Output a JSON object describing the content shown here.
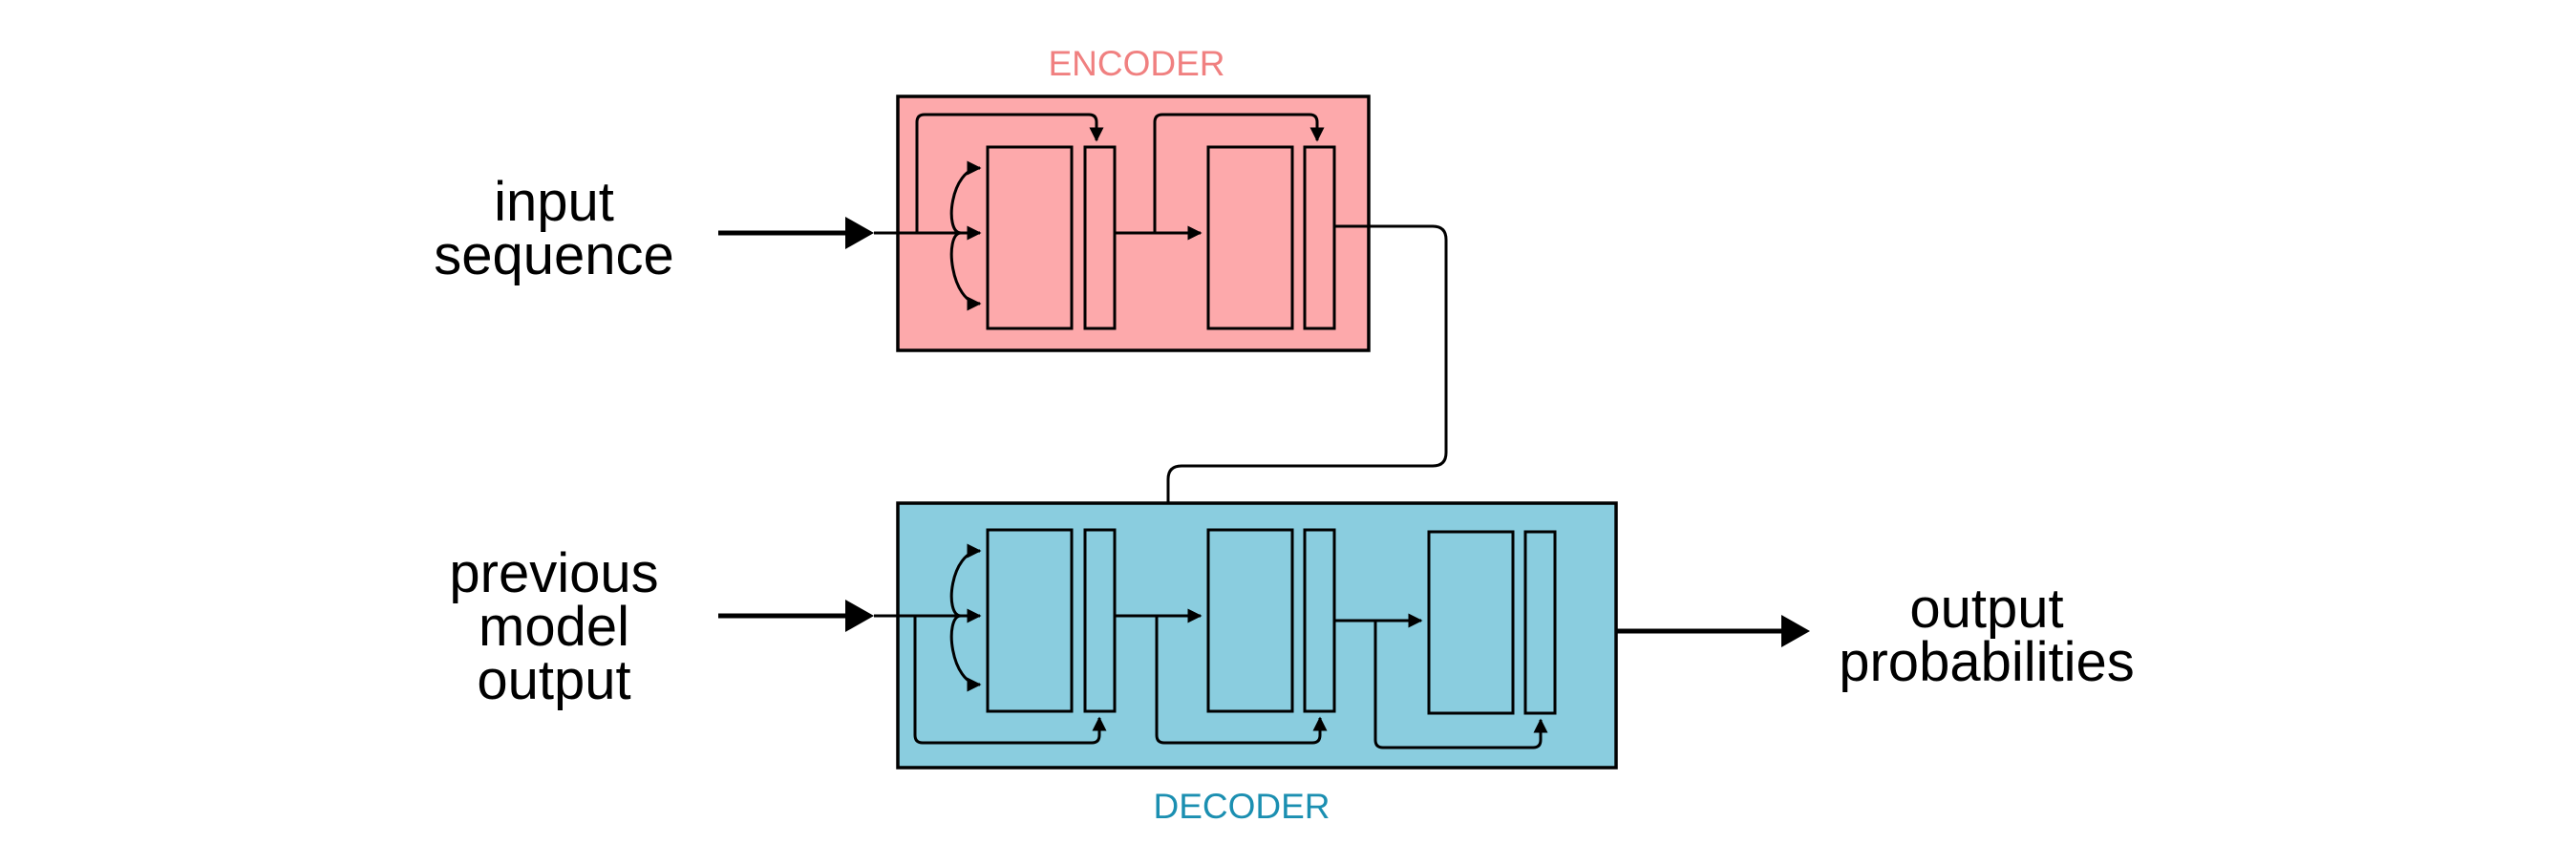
{
  "labels": {
    "input": [
      "input",
      "sequence"
    ],
    "previous": [
      "previous",
      "model",
      "output"
    ],
    "output": [
      "output",
      "probabilities"
    ],
    "encoder": "ENCODER",
    "decoder": "DECODER"
  },
  "colors": {
    "encoder_fill": "#fda9ab",
    "encoder_text": "#f08080",
    "decoder_fill": "#8acddf",
    "decoder_text": "#1b8fb1",
    "stroke": "#000000"
  }
}
